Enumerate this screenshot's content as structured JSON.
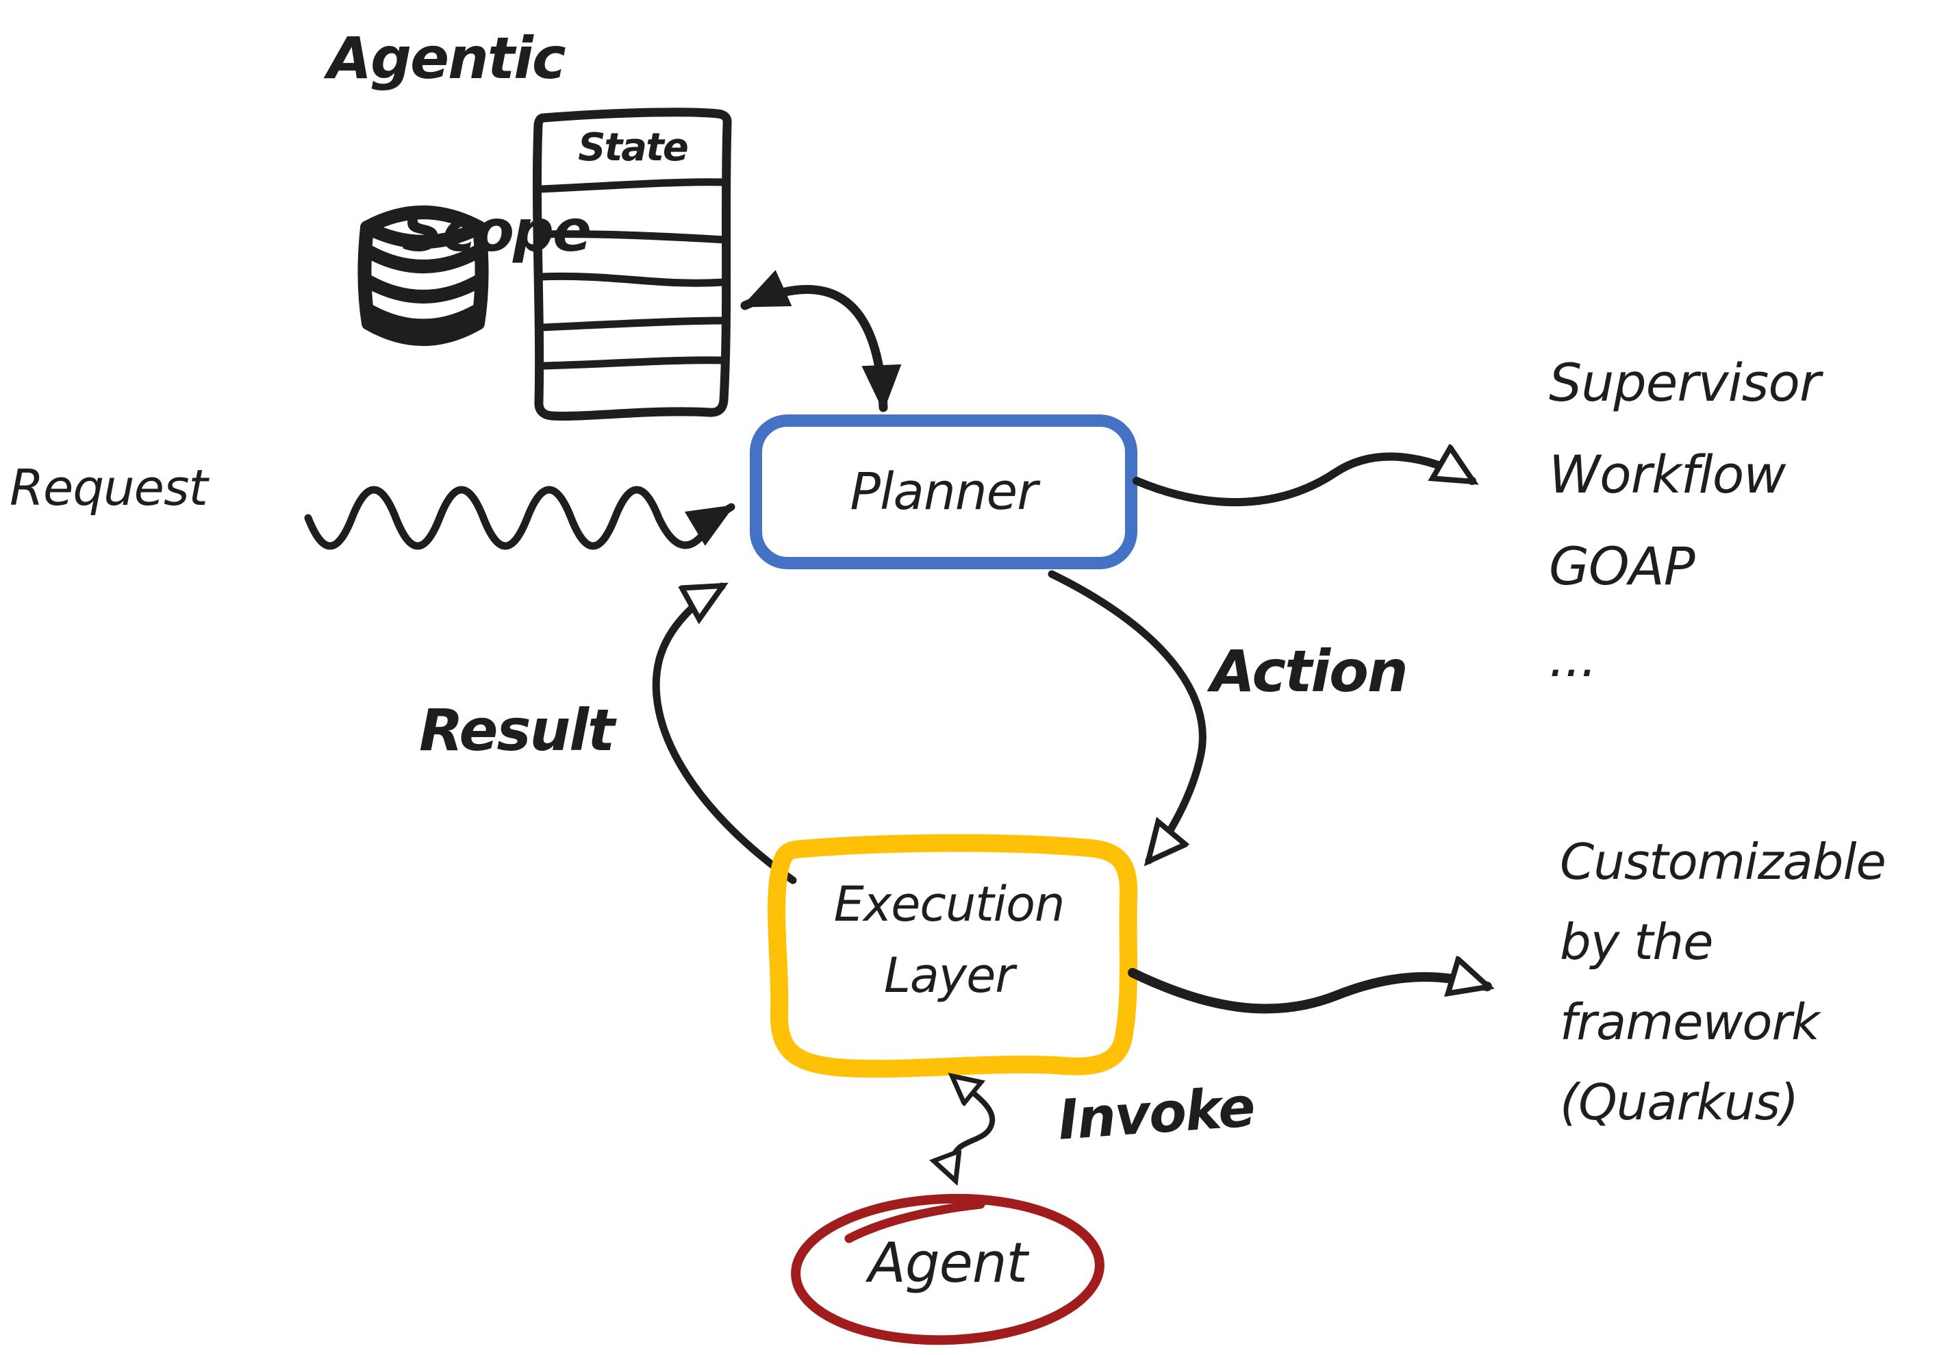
{
  "colors": {
    "ink": "#1e1e1e",
    "planner-blue": "#4472C4",
    "execution-yellow": "#FFC107",
    "agent-red": "#A11C1C"
  },
  "labels": {
    "agentic_scope_line1": "Agentic",
    "agentic_scope_line2": "Scope",
    "request": "Request",
    "planner": "Planner",
    "action": "Action",
    "result": "Result",
    "execution_line1": "Execution",
    "execution_line2": "Layer",
    "invoke": "Invoke",
    "agent": "Agent"
  },
  "state_table": {
    "header": "State",
    "row_count": 5
  },
  "planner_strategies": {
    "lines": [
      "Supervisor",
      "Workflow",
      "GOAP",
      "..."
    ]
  },
  "execution_note": {
    "lines": [
      "Customizable",
      "by the",
      "framework",
      "(Quarkus)"
    ]
  },
  "icons": {
    "database": "database-cylinder-icon"
  }
}
